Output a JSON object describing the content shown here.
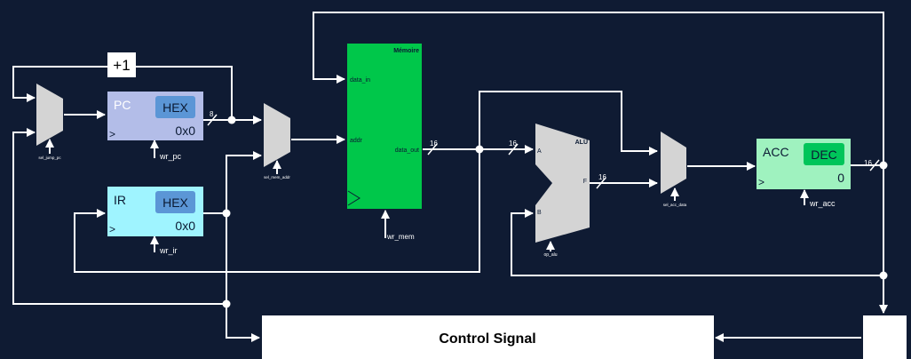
{
  "colors": {
    "background": "#0f1b33",
    "wire": "#ffffff",
    "pc_fill": "#b3bde8",
    "ir_fill": "#9ff4ff",
    "acc_fill": "#9ff2bf",
    "memory_fill": "#00c74a",
    "mux_fill": "#d4d4d4",
    "hex_button": "#5b96d6",
    "dec_button": "#00c55a"
  },
  "adder": {
    "label": "+1"
  },
  "pc": {
    "name": "PC",
    "mode": "HEX",
    "value": "0x0",
    "clk": ">",
    "write_enable": "wr_pc"
  },
  "ir": {
    "name": "IR",
    "mode": "HEX",
    "value": "0x0",
    "clk": ">",
    "write_enable": "wr_ir"
  },
  "acc": {
    "name": "ACC",
    "mode": "DEC",
    "value": "0",
    "clk": ">",
    "write_enable": "wr_acc"
  },
  "memory": {
    "title": "Mémoire",
    "port_data_in": "data_in",
    "port_addr": "addr",
    "port_data_out": "data_out",
    "write_enable": "wr_mem"
  },
  "alu": {
    "title": "ALU",
    "port_a": "A",
    "port_b": "B",
    "port_f": "F",
    "select": "op_alu"
  },
  "muxes": {
    "jump": "sel_jump_pc",
    "mem_addr": "sel_mem_addr",
    "acc_data": "sel_acc_data"
  },
  "bus_widths": {
    "pc_out": "8",
    "data_out": "16",
    "alu_in": "16",
    "alu_out": "16",
    "acc_out": "16"
  },
  "control": {
    "label": "Control Signal"
  }
}
